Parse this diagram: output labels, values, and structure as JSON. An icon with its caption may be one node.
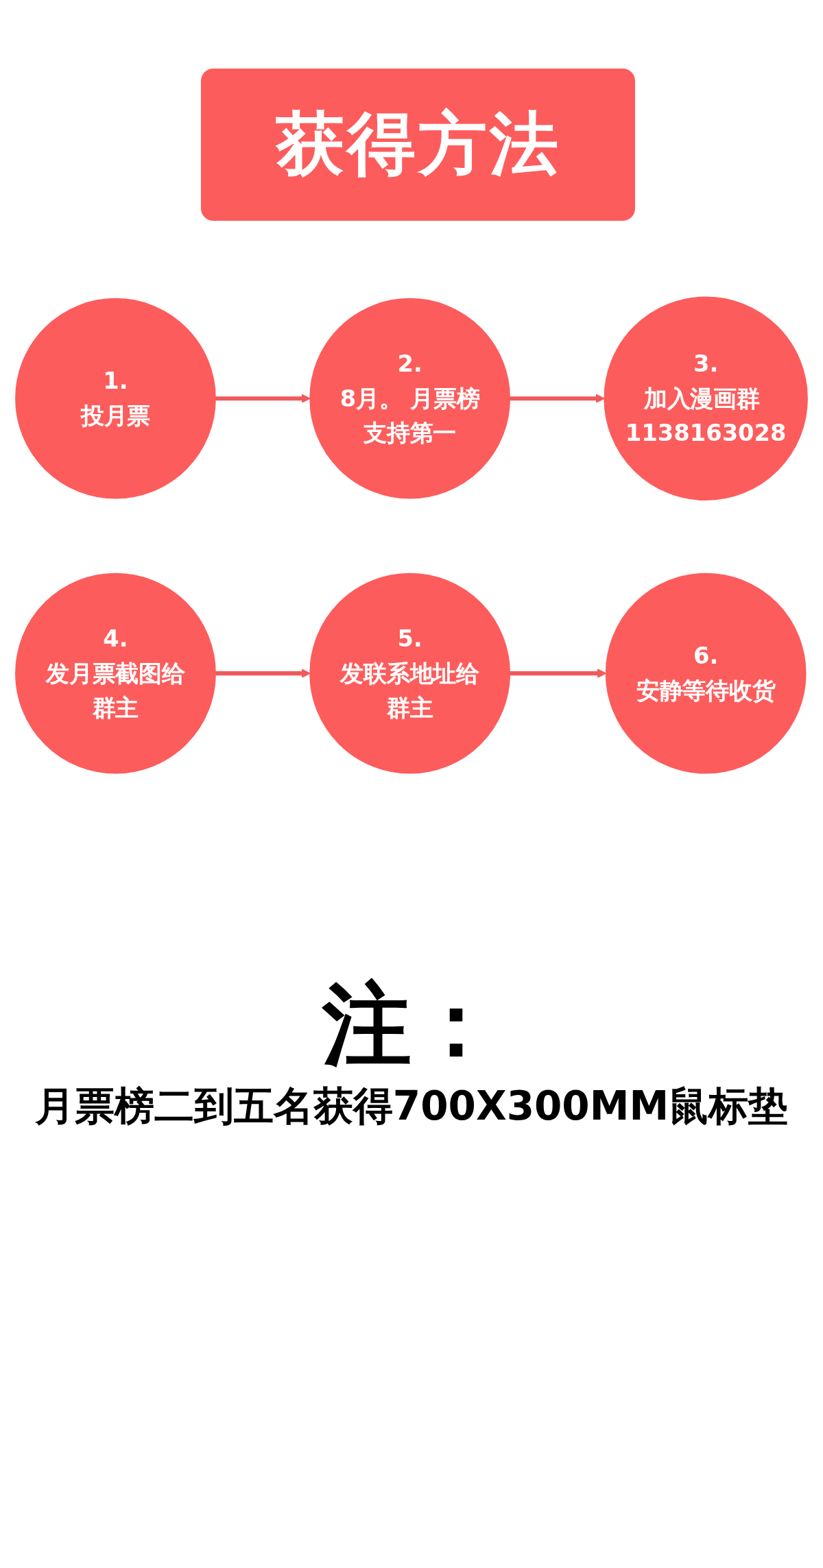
{
  "diagram": {
    "title": "获得方法",
    "nodes": [
      {
        "text": [
          "1.",
          "投月票"
        ]
      },
      {
        "text": [
          "2.",
          "8月。 月票榜支持第一"
        ]
      },
      {
        "text": [
          "3.",
          "加入漫画群 1138163028"
        ]
      },
      {
        "text": [
          "4.",
          "发月票截图给群主"
        ]
      },
      {
        "text": [
          "5.",
          "发联系地址给群主"
        ]
      },
      {
        "text": [
          "6.",
          "安静等待收货"
        ]
      }
    ],
    "edges": [
      {
        "from": 0,
        "to": 1,
        "arrow": "to"
      },
      {
        "from": 1,
        "to": 2,
        "arrow": "to"
      },
      {
        "from": 3,
        "to": 4,
        "arrow": "to"
      },
      {
        "from": 4,
        "to": 5,
        "arrow": "to"
      }
    ],
    "labels": [
      "注：",
      "月票榜二到五名获得700X300MM鼠标垫"
    ]
  }
}
